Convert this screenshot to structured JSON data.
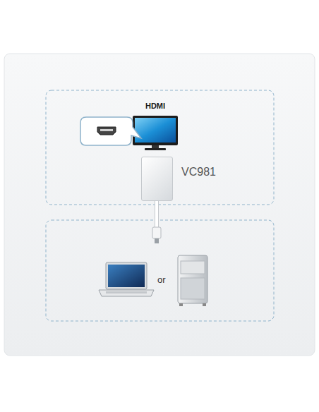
{
  "diagram": {
    "nodes": [
      {
        "text": [
          "HDMI"
        ]
      },
      {
        "text": [
          "VC981"
        ]
      }
    ],
    "labels": [
      "or"
    ]
  }
}
